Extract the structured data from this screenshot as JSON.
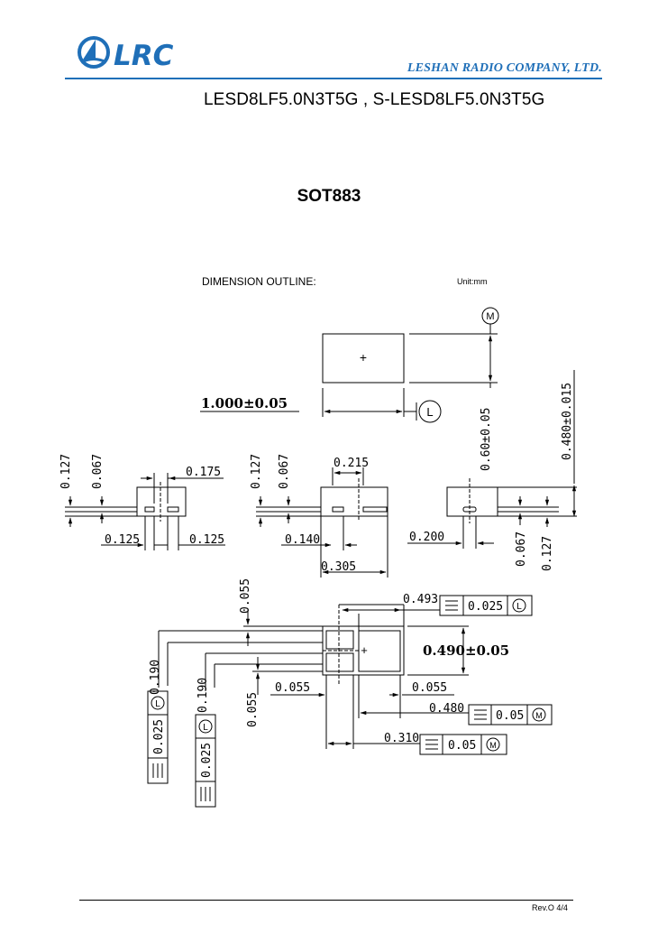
{
  "header": {
    "logo_text": "LRC",
    "company": "LESHAN RADIO COMPANY, LTD.",
    "part_numbers": "LESD8LF5.0N3T5G , S-LESD8LF5.0N3T5G"
  },
  "package": "SOT883",
  "drawing": {
    "section_label": "DIMENSION OUTLINE:",
    "unit": "Unit:mm",
    "symbol_m": "M",
    "symbol_l": "L",
    "symbol_plus": "+",
    "body_length": "1.000±0.05",
    "body_width": "0.60±0.05",
    "overall_height": "0.480±0.015",
    "left_view": {
      "h1": "0.127",
      "h2": "0.067",
      "pad_gap": "0.175",
      "pad_l": "0.125",
      "pad_r": "0.125"
    },
    "middle_view": {
      "h1": "0.127",
      "h2": "0.067",
      "width": "0.215",
      "pad": "0.140",
      "span": "0.305"
    },
    "right_view": {
      "pad": "0.200",
      "h2": "0.067",
      "h1": "0.127"
    },
    "bottom_view": {
      "dim_0055_top": "0.055",
      "dim_0493": "0.493",
      "tol_0025": "0.025",
      "tol_005": "0.05",
      "height": "0.490±0.05",
      "dim_0190_a": "0.190",
      "dim_0190_b": "0.190",
      "dim_0055_v": "0.055",
      "dim_0055_l": "0.055",
      "dim_0055_r": "0.055",
      "dim_0480": "0.480",
      "dim_0310": "0.310"
    }
  },
  "footer": {
    "revision": "Rev.O  4/4"
  }
}
